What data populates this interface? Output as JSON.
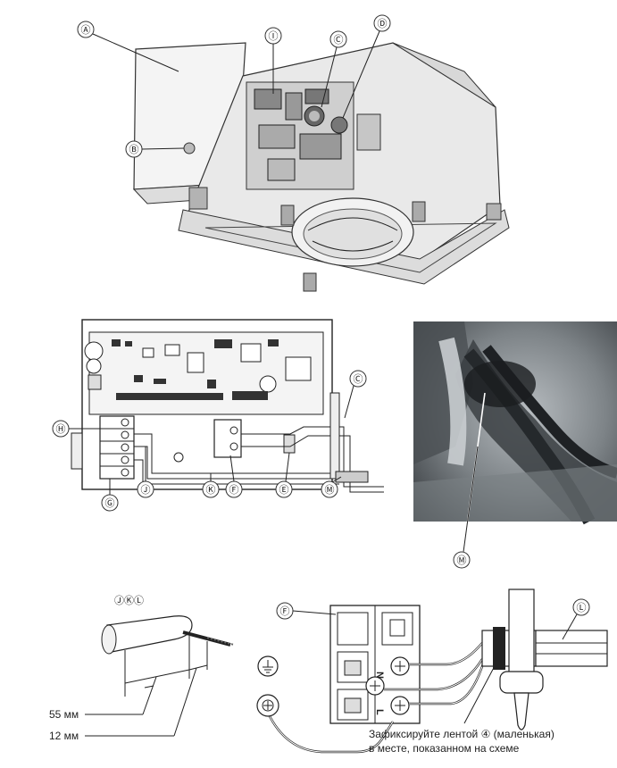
{
  "callouts": {
    "A": "Ⓐ",
    "B": "Ⓑ",
    "C": "Ⓒ",
    "D": "Ⓓ",
    "E": "Ⓔ",
    "F": "Ⓕ",
    "G": "Ⓖ",
    "H": "Ⓗ",
    "I": "Ⓘ",
    "J": "Ⓙ",
    "K": "Ⓚ",
    "L": "Ⓛ",
    "M": "Ⓜ"
  },
  "wire_group_label": "ⒿⓀⓁ",
  "dimensions": {
    "strip_outer": "55 мм",
    "strip_inner": "12 мм"
  },
  "terminal_marks": {
    "n": "N",
    "l": "L"
  },
  "instruction": {
    "line1": "Зафиксируйте лентой ④ (маленькая)",
    "line2": "в месте, показанном на схеме"
  },
  "colors": {
    "line": "#222222",
    "photo_dark": "#2e3236",
    "photo_light": "#9aa0a4"
  }
}
